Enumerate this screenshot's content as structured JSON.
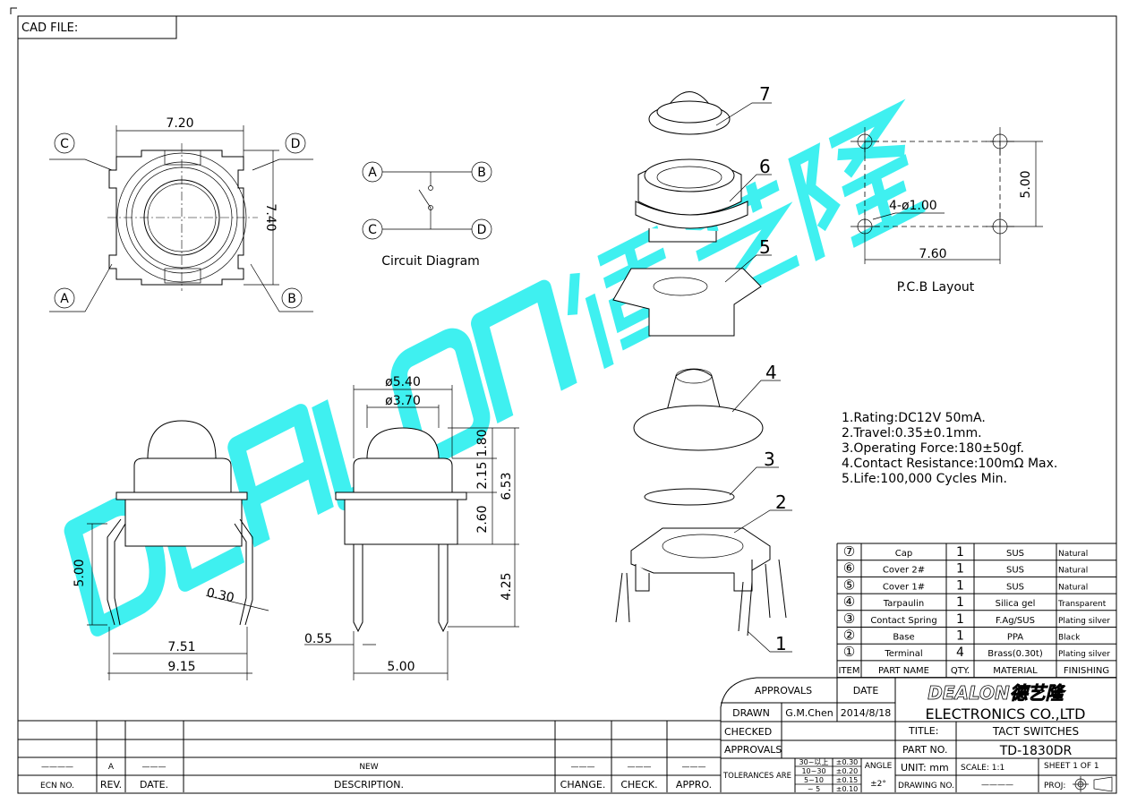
{
  "header": {
    "cad_file_label": "CAD FILE:"
  },
  "top_view": {
    "width_dim": "7.20",
    "height_dim": "7.40",
    "terminals": [
      "A",
      "B",
      "C",
      "D"
    ]
  },
  "circuit": {
    "title": "Circuit Diagram",
    "terminals": [
      "A",
      "B",
      "C",
      "D"
    ]
  },
  "pcb": {
    "title": "P.C.B Layout",
    "hole_dim": "4-ø1.00",
    "height_dim": "5.00",
    "width_dim": "7.60"
  },
  "side_left": {
    "height_dim": "5.00",
    "lead_dim": "0.30",
    "inner_width": "7.51",
    "outer_width": "9.15"
  },
  "side_right": {
    "d1": "ø5.40",
    "d2": "ø3.70",
    "h1": "1.80",
    "h2": "2.15",
    "h3": "2.60",
    "h_total": "6.53",
    "lead_len": "4.25",
    "lead_w": "0.55",
    "pitch": "5.00"
  },
  "exploded": {
    "labels": [
      "1",
      "2",
      "3",
      "4",
      "5",
      "6",
      "7"
    ]
  },
  "specs": [
    "1.Rating:DC12V  50mA.",
    "2.Travel:0.35±0.1mm.",
    "3.Operating  Force:180±50gf.",
    "4.Contact  Resistance:100mΩ  Max.",
    "5.Life:100,000  Cycles  Min."
  ],
  "bom": {
    "headers": [
      "ITEM",
      "PART NAME",
      "QTY.",
      "MATERIAL",
      "FINISHING"
    ],
    "rows": [
      {
        "item": "⑦",
        "name": "Cap",
        "qty": "1",
        "material": "SUS",
        "finish": "Natural"
      },
      {
        "item": "⑥",
        "name": "Cover  2#",
        "qty": "1",
        "material": "SUS",
        "finish": "Natural"
      },
      {
        "item": "⑤",
        "name": "Cover  1#",
        "qty": "1",
        "material": "SUS",
        "finish": "Natural"
      },
      {
        "item": "④",
        "name": "Tarpaulin",
        "qty": "1",
        "material": "Silica  gel",
        "finish": "Transparent"
      },
      {
        "item": "③",
        "name": "Contact  Spring",
        "qty": "1",
        "material": "F.Ag/SUS",
        "finish": "Plating  silver"
      },
      {
        "item": "②",
        "name": "Base",
        "qty": "1",
        "material": "PPA",
        "finish": "Black"
      },
      {
        "item": "①",
        "name": "Terminal",
        "qty": "4",
        "material": "Brass(0.30t)",
        "finish": "Plating  silver"
      }
    ]
  },
  "title_block": {
    "approvals_label": "APPROVALS",
    "date_label": "DATE",
    "drawn_label": "DRAWN",
    "drawn_by": "G.M.Chen",
    "drawn_date": "2014/8/18",
    "checked_label": "CHECKED",
    "approvals2_label": "APPROVALS",
    "logo_text": "DEALON德艺隆",
    "company": "ELECTRONICS  CO.,LTD",
    "title_label": "TITLE:",
    "title": "TACT  SWITCHES",
    "part_no_label": "PART  NO.",
    "part_no": "TD-1830DR",
    "tolerances_label": "TOLERANCES  ARE",
    "tolerances": [
      {
        "range": "30~以上",
        "tol": "±0.30"
      },
      {
        "range": "10~30",
        "tol": "±0.20"
      },
      {
        "range": "5~10",
        "tol": "±0.15"
      },
      {
        "range": "~ 5",
        "tol": "±0.10"
      }
    ],
    "angle_label": "ANGLE",
    "angle_tol": "±2°",
    "unit": "UNIT:  mm",
    "scale": "SCALE:   1:1",
    "sheet": "SHEET   1  OF  1",
    "drawing_no_label": "DRAWING  NO.",
    "drawing_no": "————",
    "proj_label": "PROJ:"
  },
  "revision": {
    "ecn": "————",
    "rev": "A",
    "date": "———",
    "description": "NEW",
    "change": "———",
    "check": "———",
    "appro": "———",
    "headers": [
      "ECN  NO.",
      "REV.",
      "DATE.",
      "DESCRIPTION.",
      "CHANGE.",
      "CHECK.",
      "APPRO."
    ]
  },
  "watermark": {
    "text": "DEALON德艺隆",
    "color": "#3ff0f0"
  }
}
